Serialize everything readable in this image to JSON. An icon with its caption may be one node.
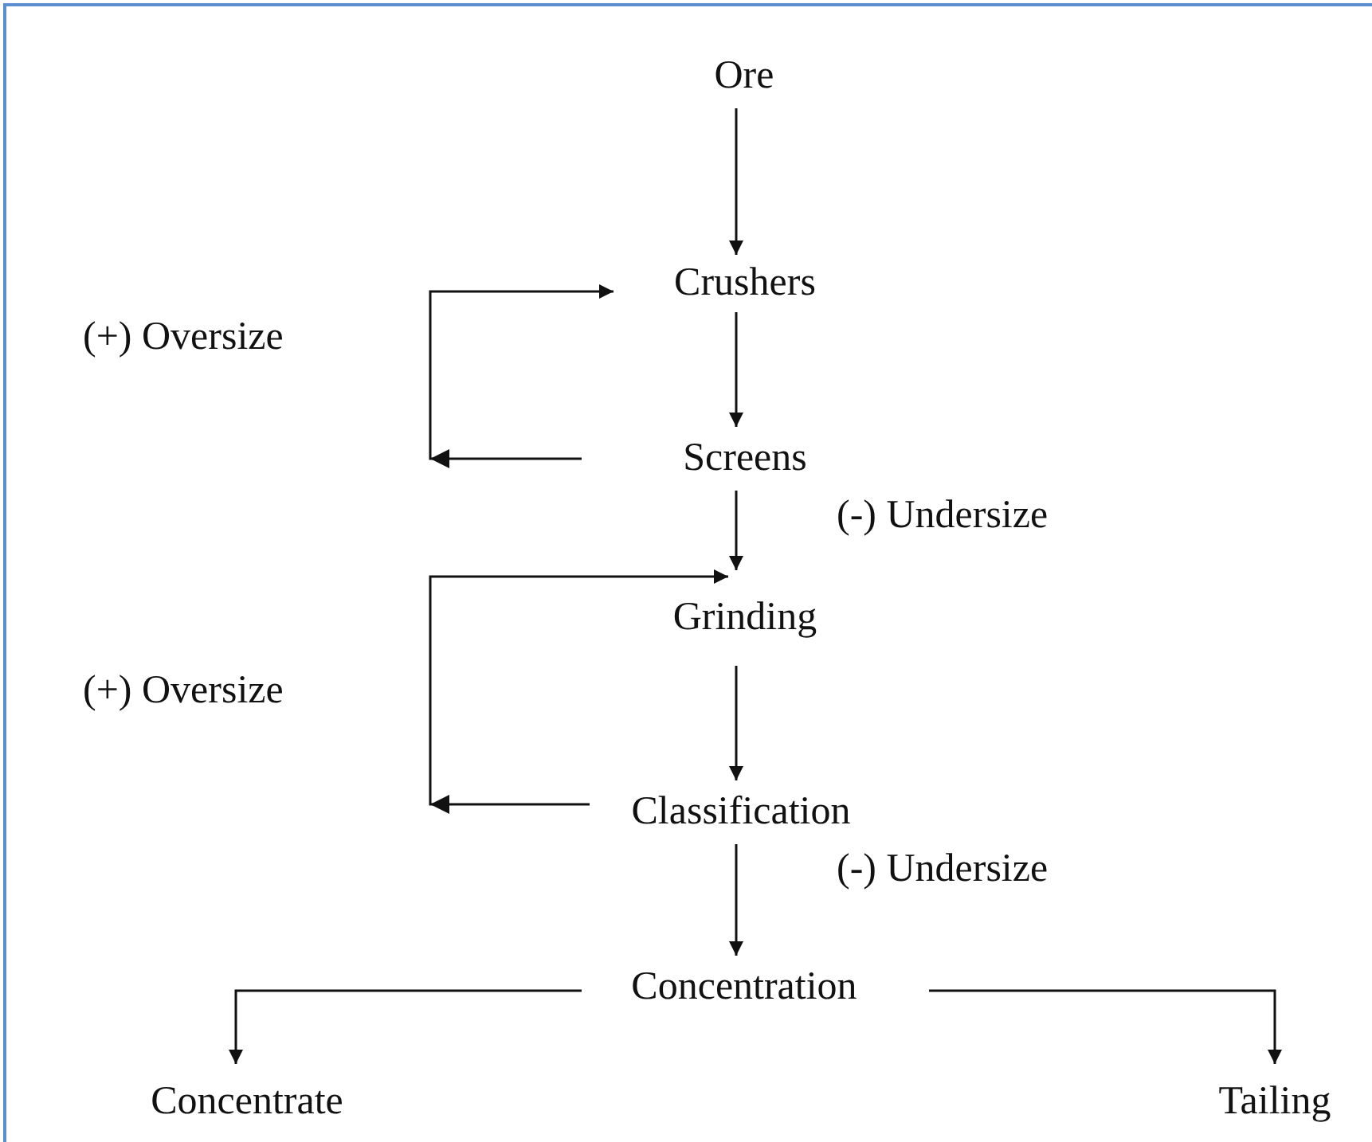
{
  "diagram": {
    "nodes": [
      {
        "text": [
          "Ore"
        ]
      },
      {
        "text": [
          "Crushers"
        ]
      },
      {
        "text": [
          "Screens"
        ]
      },
      {
        "text": [
          "Grinding"
        ]
      },
      {
        "text": [
          "Classification"
        ]
      },
      {
        "text": [
          "Concentration"
        ]
      },
      {
        "text": [
          "Concentrate"
        ]
      },
      {
        "text": [
          "Tailing"
        ]
      }
    ],
    "edges": [
      {
        "from": 0,
        "to": 1,
        "arrow": "to"
      },
      {
        "from": 1,
        "to": 2,
        "arrow": "to"
      },
      {
        "from": 2,
        "to": 1,
        "arrow": "to",
        "label": "(+) Oversize"
      },
      {
        "from": 2,
        "to": 3,
        "arrow": "to",
        "label": "(-) Undersize"
      },
      {
        "from": 3,
        "to": 4,
        "arrow": "to"
      },
      {
        "from": 4,
        "to": 3,
        "arrow": "to",
        "label": "(+) Oversize"
      },
      {
        "from": 4,
        "to": 5,
        "arrow": "to",
        "label": "(-) Undersize"
      },
      {
        "from": 5,
        "to": 6,
        "arrow": "to"
      },
      {
        "from": 5,
        "to": 7,
        "arrow": "to"
      }
    ]
  }
}
